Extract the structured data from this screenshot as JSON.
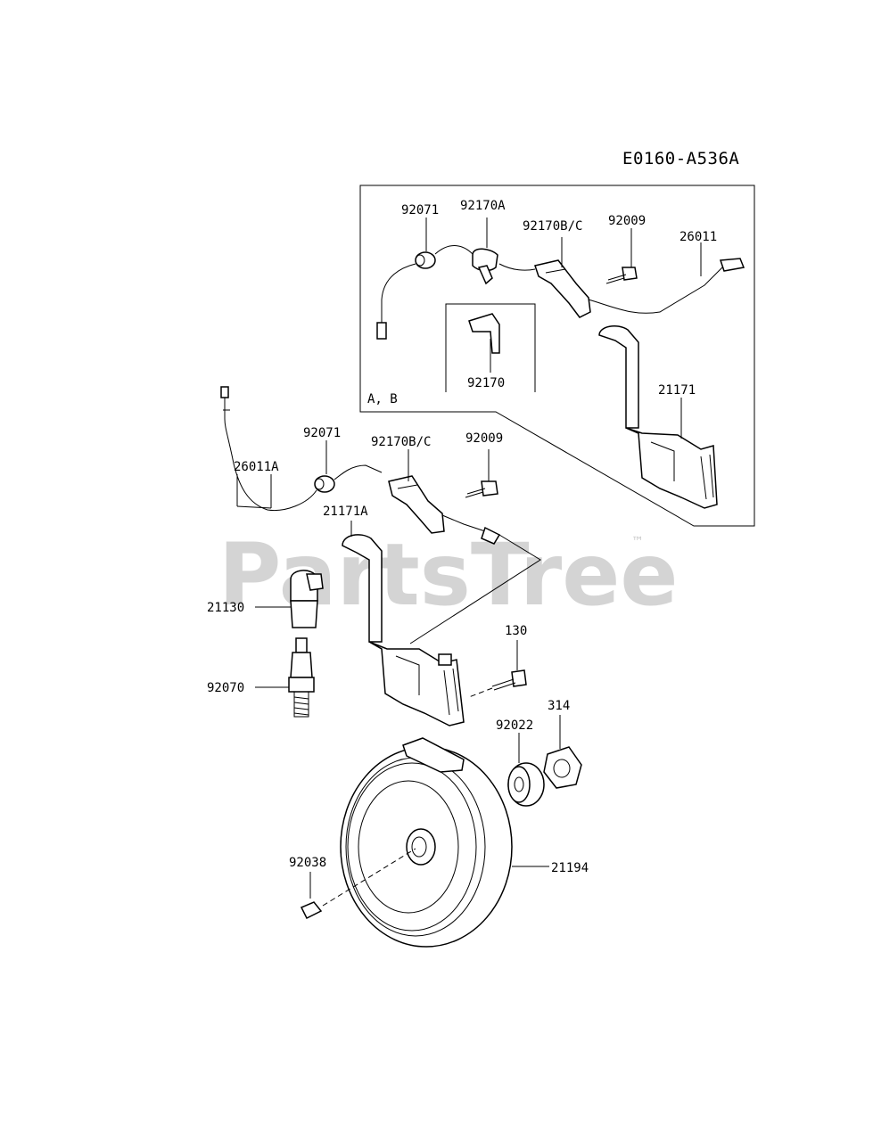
{
  "diagram": {
    "code": "E0160-A536A",
    "watermark": "PartsTree",
    "trademark": "™",
    "inset_note": "A, B"
  },
  "parts": {
    "p_92071_inset": "92071",
    "p_92170A": "92170A",
    "p_92170BC_inset": "92170B/C",
    "p_92009_inset": "92009",
    "p_26011": "26011",
    "p_92170": "92170",
    "p_21171": "21171",
    "p_92071": "92071",
    "p_92170BC": "92170B/C",
    "p_92009": "92009",
    "p_26011A": "26011A",
    "p_21171A": "21171A",
    "p_21130": "21130",
    "p_92070": "92070",
    "p_130": "130",
    "p_92022": "92022",
    "p_314": "314",
    "p_92038": "92038",
    "p_21194": "21194"
  }
}
